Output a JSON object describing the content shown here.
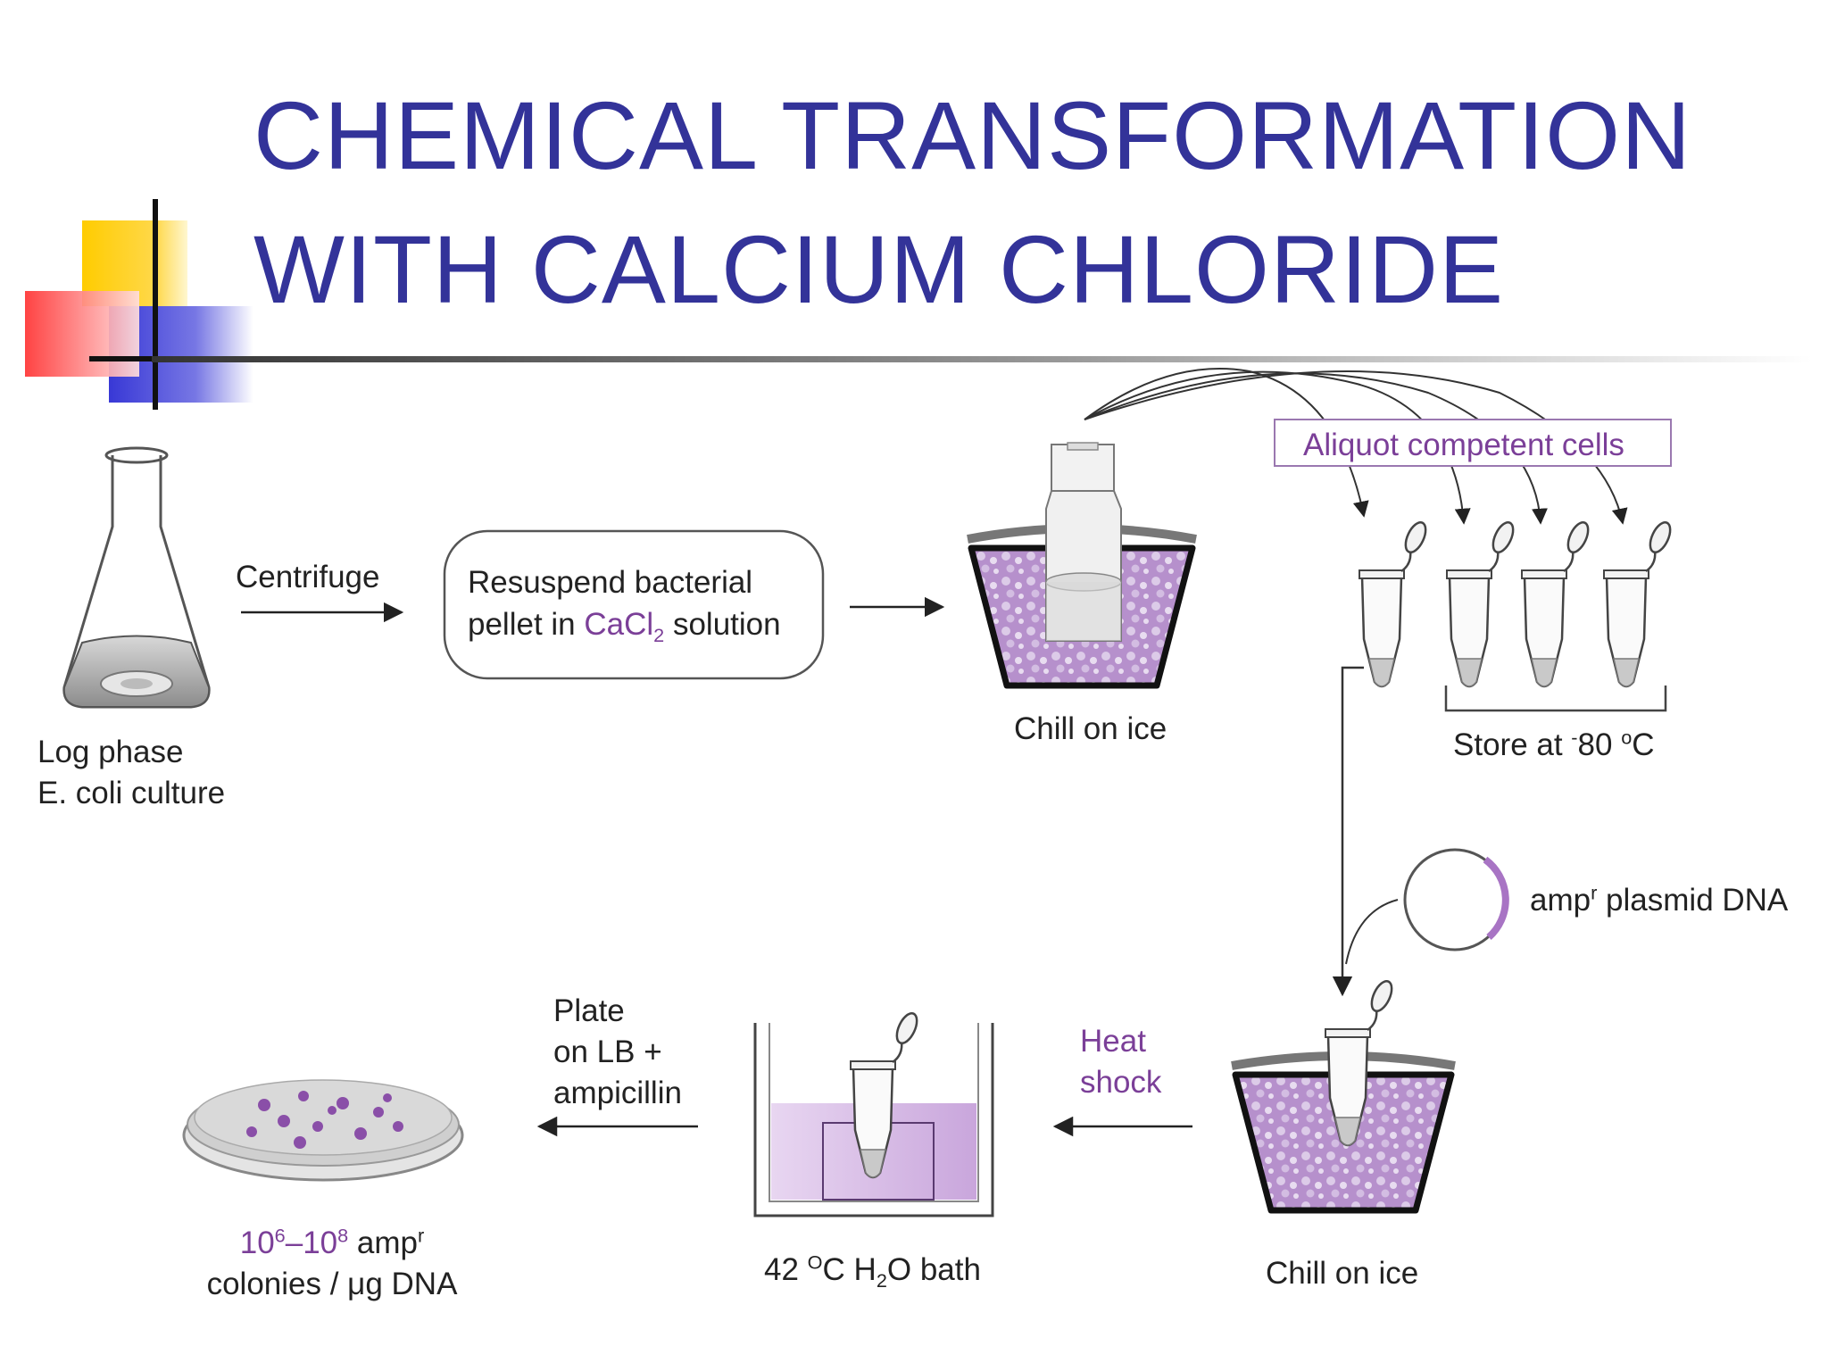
{
  "colors": {
    "title": "#333399",
    "accent": "#7b3f98",
    "ice": "#b690cc"
  },
  "title": {
    "line1": "CHEMICAL TRANSFORMATION",
    "line2": "WITH CALCIUM CHLORIDE"
  },
  "labels": {
    "culture_line1": "Log phase",
    "culture_line2": "E. coli culture",
    "centrifuge": "Centrifuge",
    "resuspend_line1": "Resuspend bacterial",
    "resuspend_pre": "pellet in ",
    "resuspend_chem": "CaCl",
    "resuspend_chem_sub": "2",
    "resuspend_post": " solution",
    "chill_top": "Chill on ice",
    "aliquot": "Aliquot competent cells",
    "store_pre": "Store at ",
    "store_minus": "-",
    "store_temp": "80 ",
    "store_deg": "o",
    "store_unit": "C",
    "plasmid_pre": "amp",
    "plasmid_sup": "r",
    "plasmid_post": " plasmid DNA",
    "heat_line1": "Heat",
    "heat_line2": "shock",
    "chill_bottom": "Chill on ice",
    "bath_pre": "42 ",
    "bath_deg": "O",
    "bath_mid": "C H",
    "bath_sub": "2",
    "bath_post": "O bath",
    "plate_line1": "Plate",
    "plate_line2": "on LB +",
    "plate_line3": "ampicillin",
    "colonies_base1": "10",
    "colonies_exp1": "6",
    "colonies_dash": "–10",
    "colonies_exp2": "8",
    "colonies_amp": " amp",
    "colonies_amp_sup": "r",
    "colonies_line2": "colonies / μg DNA"
  }
}
